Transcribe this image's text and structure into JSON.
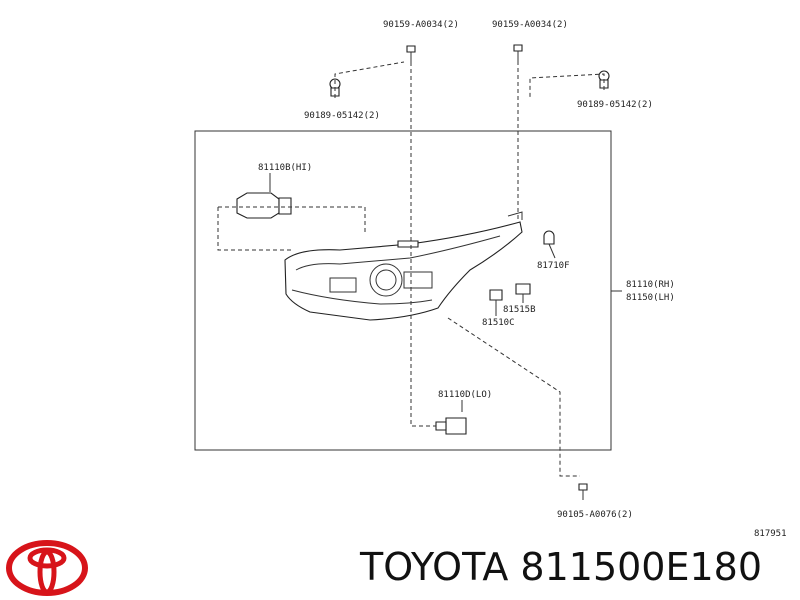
{
  "labels": {
    "screw_left_top": "90159-A0034(2)",
    "screw_right_top": "90159-A0034(2)",
    "clip_left": "90189-05142(2)",
    "clip_right": "90189-05142(2)",
    "bulb_hi": "81110B(HI)",
    "bulb_side": "81710F",
    "assy_rh": "81110(RH)",
    "assy_lh": "81150(LH)",
    "socket_a": "81510C",
    "socket_b": "81515B",
    "bulb_lo": "81110D(LO)",
    "screw_bottom": "90105-A0076(2)",
    "diagram_id": "817951"
  },
  "brand_text": "TOYOTA 811500E180"
}
